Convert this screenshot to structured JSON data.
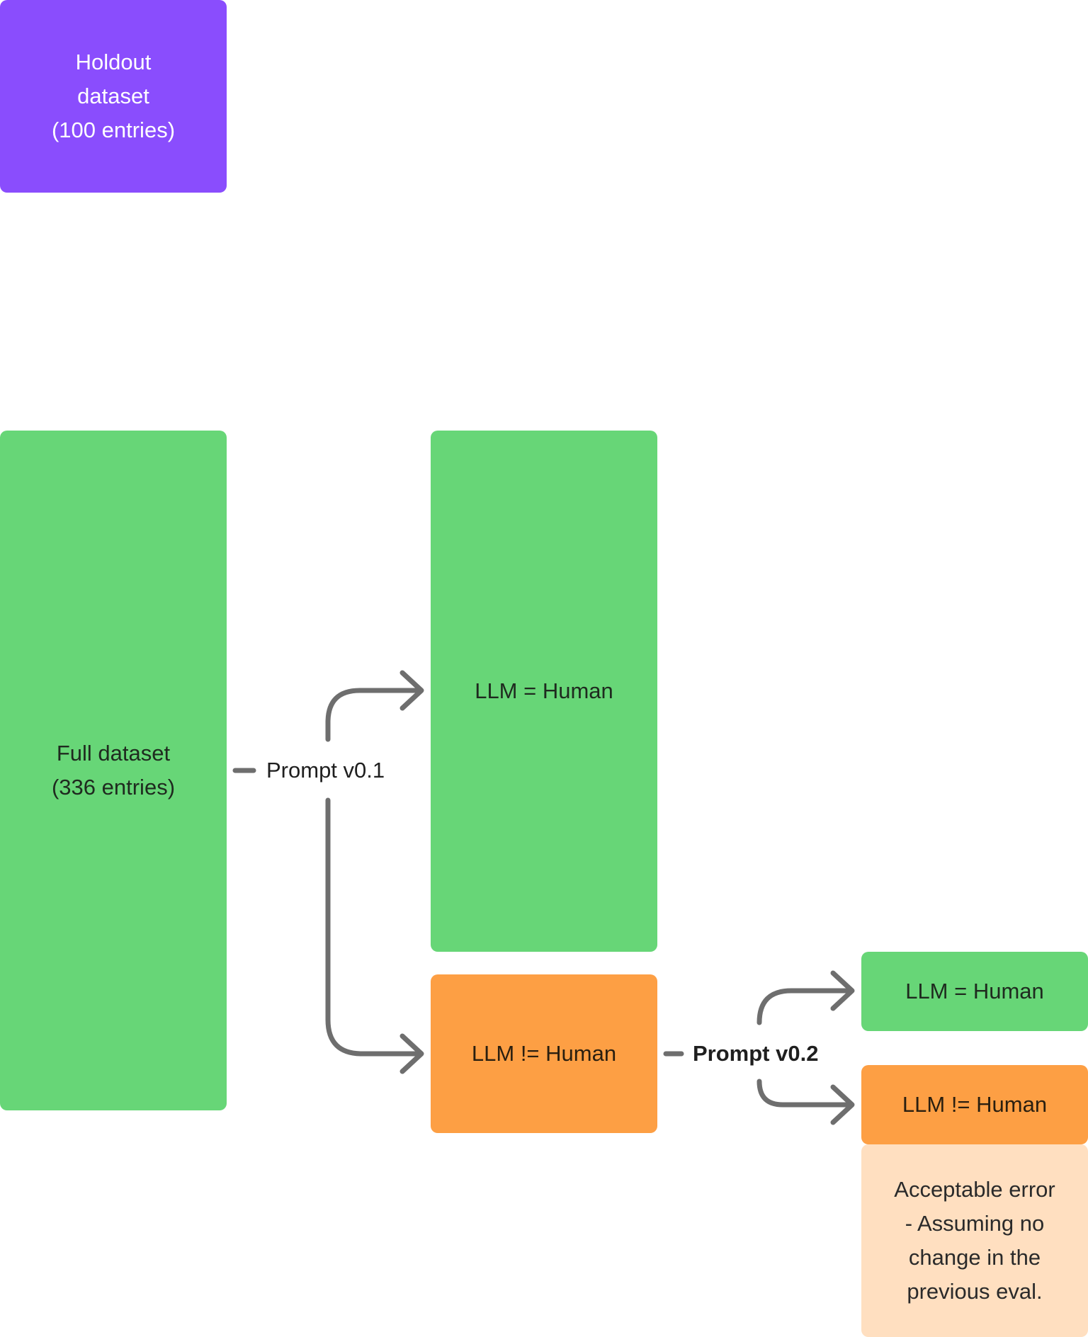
{
  "holdout": {
    "line1": "Holdout",
    "line2": "dataset",
    "line3": "(100 entries)",
    "color": "#8a4dfd"
  },
  "full_dataset": {
    "line1": "Full dataset",
    "line2": "(336 entries)",
    "color": "#67d677"
  },
  "prompt_v01": {
    "label": "Prompt v0.1"
  },
  "first_match": {
    "label": "LLM = Human"
  },
  "first_mismatch": {
    "label": "LLM != Human",
    "color": "#fd9f44"
  },
  "prompt_v02": {
    "label": "Prompt v0.2"
  },
  "second_match": {
    "label": "LLM = Human"
  },
  "second_mismatch": {
    "label": "LLM != Human"
  },
  "note": {
    "line1": "Acceptable error",
    "line2": "- Assuming no",
    "line3": "change in the",
    "line4": "previous eval.",
    "color": "#ffdfc0"
  },
  "connector_color": "#6e6e6e"
}
